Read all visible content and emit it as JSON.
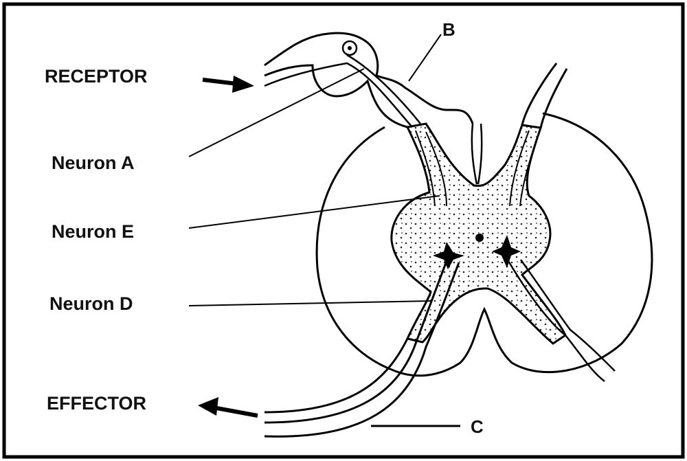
{
  "labels": {
    "receptor": "RECEPTOR",
    "effector": "EFFECTOR",
    "neuron_a": "Neuron A",
    "neuron_e": "Neuron E",
    "neuron_d": "Neuron D",
    "b": "B",
    "c": "C"
  }
}
